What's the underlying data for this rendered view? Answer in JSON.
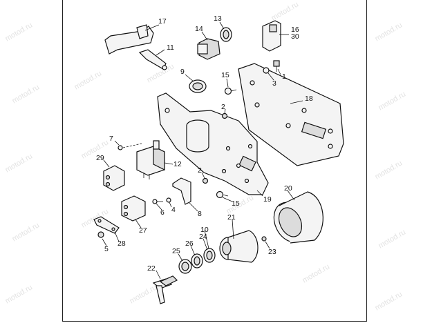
{
  "watermark": "motod.ru",
  "labels": [
    {
      "id": "p17",
      "text": "17"
    },
    {
      "id": "p13",
      "text": "13"
    },
    {
      "id": "p14",
      "text": "14"
    },
    {
      "id": "p16",
      "text": "16"
    },
    {
      "id": "p30",
      "text": "30"
    },
    {
      "id": "p11",
      "text": "11"
    },
    {
      "id": "p1",
      "text": "1"
    },
    {
      "id": "p3",
      "text": "3"
    },
    {
      "id": "p9",
      "text": "9"
    },
    {
      "id": "p15a",
      "text": "15"
    },
    {
      "id": "p18",
      "text": "18"
    },
    {
      "id": "p2a",
      "text": "2"
    },
    {
      "id": "p7",
      "text": "7"
    },
    {
      "id": "p12",
      "text": "12"
    },
    {
      "id": "p29",
      "text": "29"
    },
    {
      "id": "p2b",
      "text": "2"
    },
    {
      "id": "p20",
      "text": "20"
    },
    {
      "id": "p19",
      "text": "19"
    },
    {
      "id": "p15b",
      "text": "15"
    },
    {
      "id": "p4",
      "text": "4"
    },
    {
      "id": "p6",
      "text": "6"
    },
    {
      "id": "p8",
      "text": "8"
    },
    {
      "id": "p27",
      "text": "27"
    },
    {
      "id": "p28",
      "text": "28"
    },
    {
      "id": "p10",
      "text": "10"
    },
    {
      "id": "p24",
      "text": "24"
    },
    {
      "id": "p21",
      "text": "21"
    },
    {
      "id": "p5",
      "text": "5"
    },
    {
      "id": "p26",
      "text": "26"
    },
    {
      "id": "p25",
      "text": "25"
    },
    {
      "id": "p23",
      "text": "23"
    },
    {
      "id": "p22",
      "text": "22"
    }
  ]
}
